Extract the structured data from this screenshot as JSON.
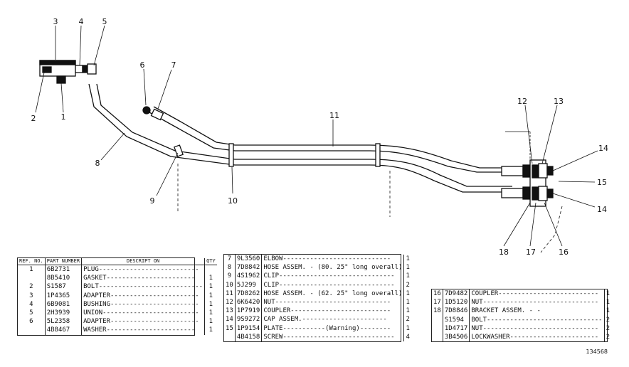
{
  "callouts": {
    "c1": "1",
    "c2": "2",
    "c3": "3",
    "c4": "4",
    "c5": "5",
    "c6": "6",
    "c7": "7",
    "c8": "8",
    "c9": "9",
    "c10": "10",
    "c11": "11",
    "c12": "12",
    "c13": "13",
    "c14a": "14",
    "c14b": "14",
    "c15": "15",
    "c16": "16",
    "c17": "17",
    "c18": "18"
  },
  "figure_id": "134568",
  "table1": {
    "headers": {
      "ref": "REF. NO.",
      "part": "PART NUMBER",
      "desc": "DESCRIPT ON",
      "qty": "QTY"
    },
    "rows": [
      {
        "ref": "1",
        "part": "6B2731",
        "desc": "PLUG--------------------------",
        "qty": ""
      },
      {
        "ref": "",
        "part": "8B5410",
        "desc": "GASKET-----------------------",
        "qty": "1"
      },
      {
        "ref": "2",
        "part": "S1587",
        "desc": "BOLT---------------------------",
        "qty": "1"
      },
      {
        "ref": "3",
        "part": "1P4365",
        "desc": "ADAPTER-----------------------",
        "qty": "1"
      },
      {
        "ref": "4",
        "part": "6B9081",
        "desc": "BUSHING-----------------------",
        "qty": "1"
      },
      {
        "ref": "5",
        "part": "2H3939",
        "desc": "UNION-------------------------",
        "qty": "1"
      },
      {
        "ref": "6",
        "part": "5L2358",
        "desc": "ADAPTER-----------------------",
        "qty": "1"
      },
      {
        "ref": "",
        "part": "4B8467",
        "desc": "WASHER-----------------------",
        "qty": "1"
      }
    ]
  },
  "table2": {
    "rows": [
      {
        "ref": "7",
        "part": "9L3560",
        "desc": "ELBOW----------------------------",
        "qty": "1"
      },
      {
        "ref": "8",
        "part": "7D8842",
        "desc": "HOSE ASSEM. - (80. 25\" long overall)",
        "qty": "1"
      },
      {
        "ref": "9",
        "part": "4S1962",
        "desc": "CLIP------------------------------",
        "qty": "1"
      },
      {
        "ref": "10",
        "part": "5J299",
        "desc": "CLIP------------------------------",
        "qty": "2"
      },
      {
        "ref": "11",
        "part": "7D8262",
        "desc": "HOSE ASSEM. - (62. 25\" long overall)",
        "qty": "1"
      },
      {
        "ref": "12",
        "part": "6K6420",
        "desc": "NUT------------------------------",
        "qty": "1"
      },
      {
        "ref": "13",
        "part": "1P7919",
        "desc": "COUPLER--------------------------",
        "qty": "1"
      },
      {
        "ref": "14",
        "part": "9S9272",
        "desc": "CAP ASSEM.----------------------",
        "qty": "2"
      },
      {
        "ref": "15",
        "part": "1P9154",
        "desc": "PLATE-----------(Warning)--------",
        "qty": "1"
      },
      {
        "ref": "",
        "part": "4B4158",
        "desc": "SCREW-----------------------------",
        "qty": "4"
      }
    ]
  },
  "table3": {
    "rows": [
      {
        "ref": "16",
        "part": "7D9482",
        "desc": "COUPLER--------------------------",
        "qty": "1"
      },
      {
        "ref": "17",
        "part": "1D5120",
        "desc": "NUT------------------------------",
        "qty": "1"
      },
      {
        "ref": "18",
        "part": "7D8846",
        "desc": "BRACKET ASSEM. - -",
        "qty": "1"
      },
      {
        "ref": "",
        "part": "S1594",
        "desc": "BOLT------------------------------",
        "qty": "2"
      },
      {
        "ref": "",
        "part": "1D4717",
        "desc": "NUT------------------------------",
        "qty": "2"
      },
      {
        "ref": "",
        "part": "3B4506",
        "desc": "LOCKWASHER-----------------------",
        "qty": "2"
      }
    ]
  }
}
